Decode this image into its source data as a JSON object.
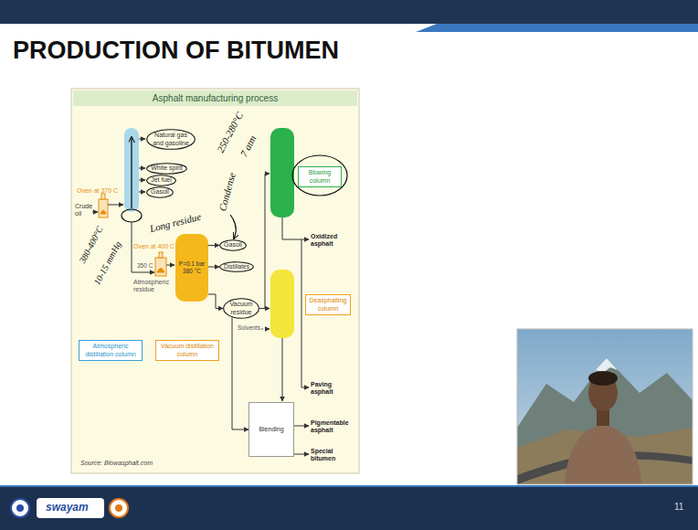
{
  "diagram": {
    "title": "PRODUCTION OF BITUMEN",
    "nodes": [
      {
        "text": [
          "Asphalt manufacturing process"
        ]
      },
      {
        "text": [
          "Natural gas and gasoline"
        ]
      },
      {
        "text": [
          "White spirit"
        ]
      },
      {
        "text": [
          "Jet fuel"
        ]
      },
      {
        "text": [
          "Gasoil"
        ]
      },
      {
        "text": [
          "P=0.1 bar 380 °C"
        ]
      },
      {
        "text": [
          "Gasoil"
        ]
      },
      {
        "text": [
          "Distillates"
        ]
      },
      {
        "text": [
          "Vacuum residue"
        ]
      },
      {
        "text": [
          "Atmospheric distillation column"
        ]
      },
      {
        "text": [
          "Vacuum distillation column"
        ]
      },
      {
        "text": [
          "Blowing column"
        ]
      },
      {
        "text": [
          "Deasphalting column"
        ]
      },
      {
        "text": [
          "Blending"
        ]
      }
    ],
    "edges": [
      {
        "from": 5,
        "to": 6,
        "arrow": "to"
      },
      {
        "from": 5,
        "to": 7,
        "arrow": "to"
      },
      {
        "from": 5,
        "to": 8,
        "arrow": "to"
      },
      {
        "from": 8,
        "to": 13,
        "arrow": "to"
      }
    ],
    "labels": [
      "Oven at 370 C",
      "Crude oil",
      "Oven at 400 C",
      "350 C",
      "Atmospheric residue",
      "Solvents",
      "Oxidized asphalt",
      "Paving asphalt",
      "Pigmentable asphalt",
      "Special bitumen",
      "Source: Blowasphalt.com",
      "250-280°C",
      "7 atm",
      "Condense",
      "Long residue",
      "380-400°C",
      "10-15 mmHg",
      "swayam",
      "11"
    ]
  }
}
